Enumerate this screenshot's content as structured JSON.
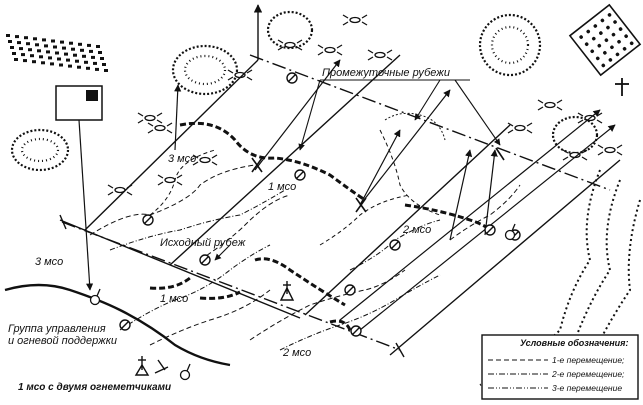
{
  "labels": {
    "intermediate_lines": "Промежуточные рубежи",
    "start_line": "Исходный рубеж",
    "group_line1": "Группа управления",
    "group_line2": "и огневой поддержки",
    "bottom_caption": "1 мсо с двумя огнеметчиками",
    "sq_1_a": "1 мсо",
    "sq_1_b": "1 мсо",
    "sq_2_a": "2 мсо",
    "sq_2_b": "2 мсо",
    "sq_3_a": "3 мсо",
    "sq_3_b": "3 мсо"
  },
  "legend": {
    "title": "Условные обозначения:",
    "items": [
      {
        "label": "1-е перемещение;",
        "style": "dashed"
      },
      {
        "label": "2-е перемещение;",
        "style": "dashdot"
      },
      {
        "label": "3-е перемещение",
        "style": "dashdotdot"
      }
    ]
  },
  "colors": {
    "ink": "#111111",
    "paper": "#ffffff"
  }
}
